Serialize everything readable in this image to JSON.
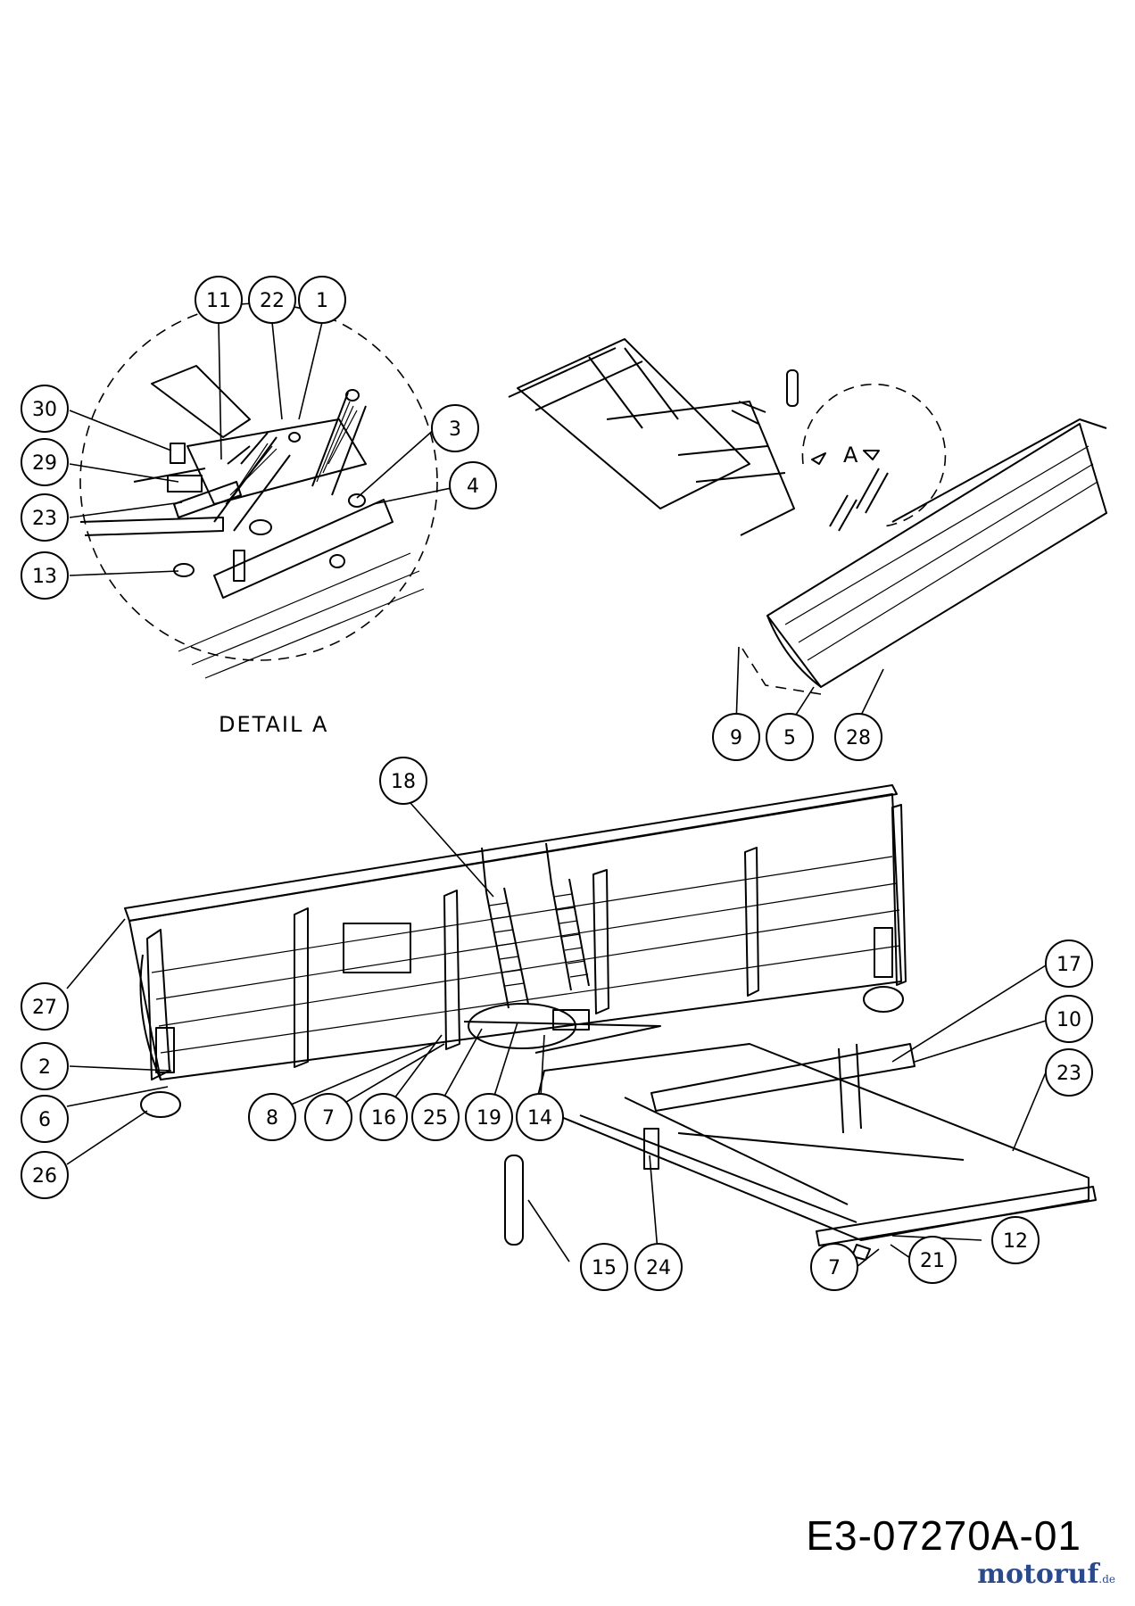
{
  "detail_label": "DETAIL A",
  "view_marker": "A",
  "drawing_number": "E3-07270A-01",
  "watermark": {
    "name": "motoruf",
    "tld": ".de"
  },
  "callouts": [
    "11",
    "22",
    "1",
    "30",
    "29",
    "23",
    "13",
    "3",
    "4",
    "9",
    "5",
    "28",
    "18",
    "27",
    "2",
    "6",
    "26",
    "8",
    "7",
    "16",
    "25",
    "19",
    "14",
    "17",
    "10",
    "23",
    "15",
    "24",
    "7",
    "21",
    "12"
  ]
}
